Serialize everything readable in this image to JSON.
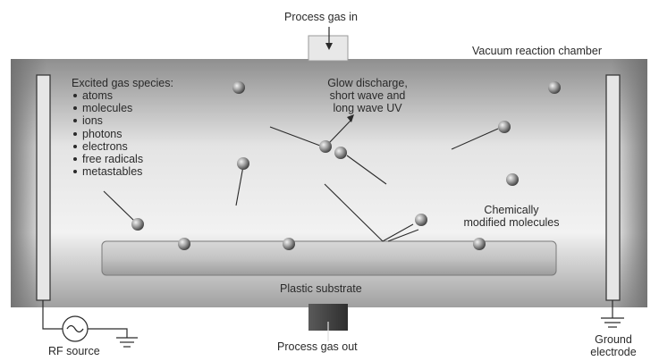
{
  "labels": {
    "gas_in": "Process gas in",
    "chamber": "Vacuum reaction chamber",
    "species_title": "Excited gas species:",
    "species": [
      "atoms",
      "molecules",
      "ions",
      "photons",
      "electrons",
      "free radicals",
      "metastables"
    ],
    "glow_line1": "Glow discharge,",
    "glow_line2": "short wave and",
    "glow_line3": "long wave UV",
    "chem_line1": "Chemically",
    "chem_line2": "modified molecules",
    "substrate": "Plastic substrate",
    "gas_out": "Process gas out",
    "rf_source": "RF source",
    "ground_line1": "Ground",
    "ground_line2": "electrode"
  },
  "colors": {
    "chamber_top": "#9a9a9a",
    "chamber_bottom": "#5e5e5e",
    "substrate": "#c9c9c9",
    "line": "#2a2a2a"
  }
}
